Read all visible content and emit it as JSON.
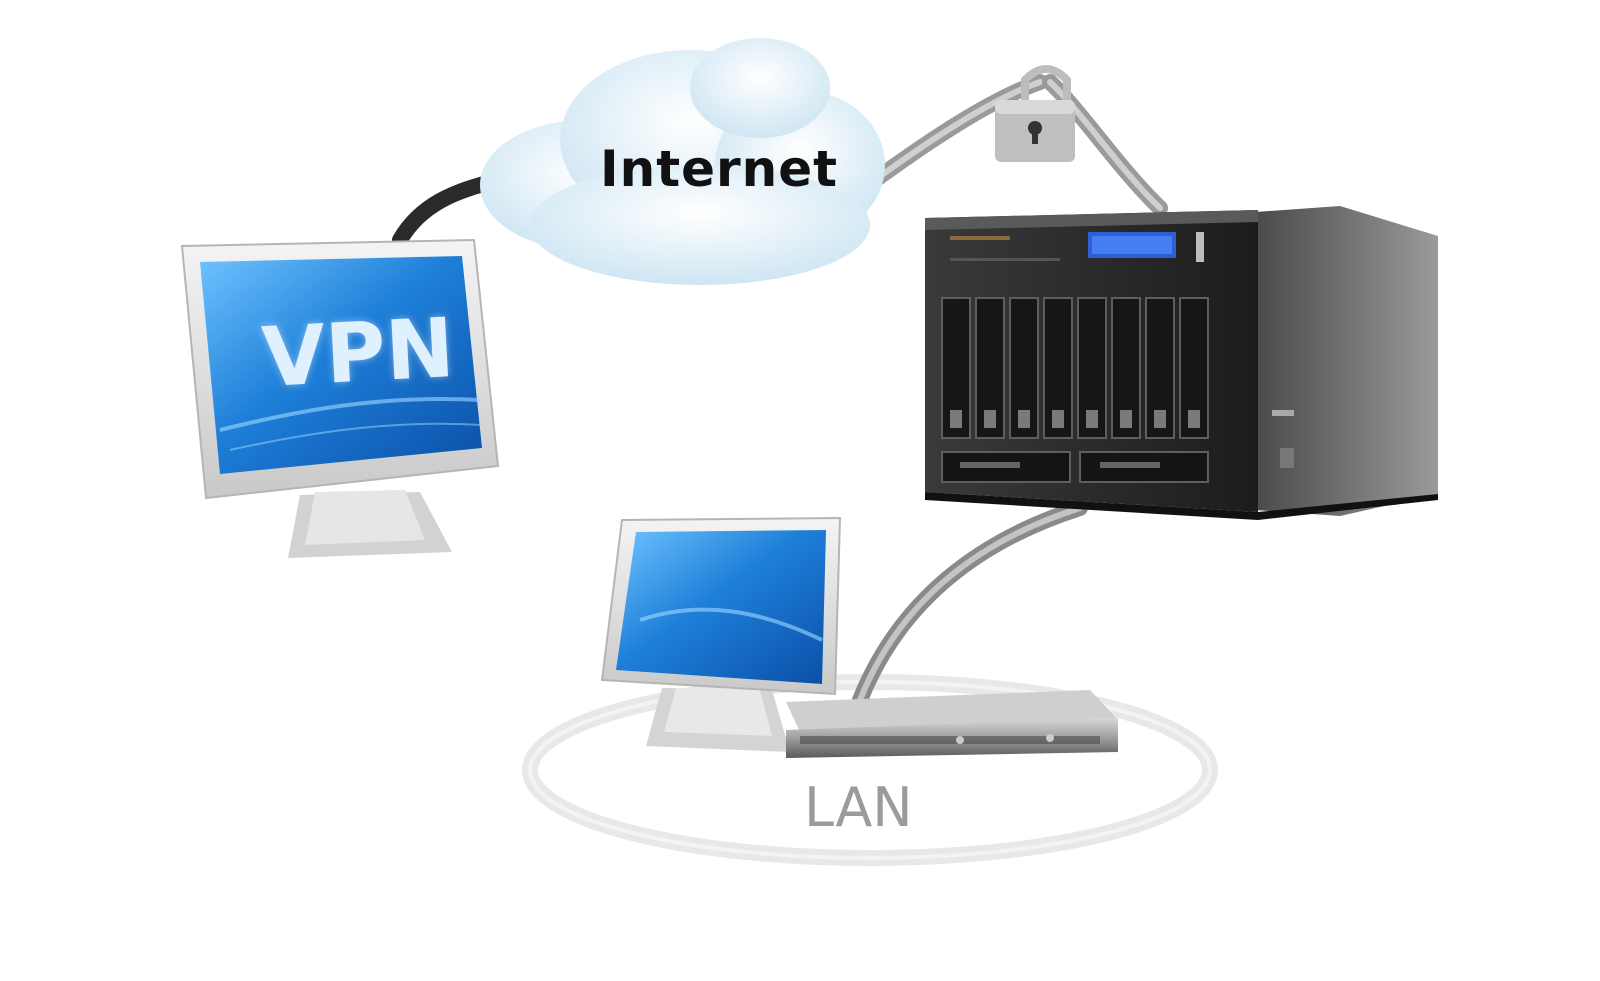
{
  "labels": {
    "internet": "Internet",
    "vpn": "VPN",
    "lan": "LAN"
  },
  "nodes": [
    {
      "id": "cloud",
      "icon": "cloud-icon"
    },
    {
      "id": "remote-pc",
      "icon": "monitor-icon"
    },
    {
      "id": "nas",
      "icon": "nas-server-icon"
    },
    {
      "id": "lan-pc",
      "icon": "monitor-icon"
    },
    {
      "id": "switch",
      "icon": "network-switch-icon"
    },
    {
      "id": "firewall",
      "icon": "padlock-icon"
    }
  ],
  "colors": {
    "screen_blue": "#1e7fd8",
    "screen_light": "#6fc3ff",
    "cable": "#8a8a8a",
    "nas_body": "#2b2b2b",
    "text_dark": "#111111",
    "text_gray": "#9b9b9b"
  }
}
